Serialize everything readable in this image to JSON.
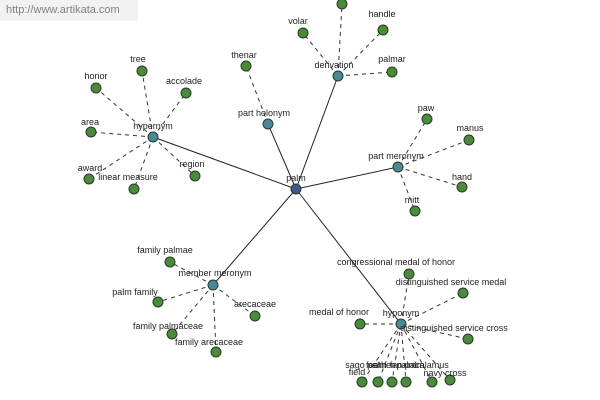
{
  "watermark": "http://www.artikata.com",
  "colors": {
    "center": "#47578a",
    "hub": "#4a8a96",
    "leaf": "#4a8a3a",
    "node_stroke": "#2a3a2a",
    "solid_edge": "#222222",
    "dashed_edge": "#333333"
  },
  "graph": {
    "center": {
      "id": "palm",
      "label": "palm"
    },
    "hubs": [
      {
        "id": "hypernym",
        "label": "hypernym"
      },
      {
        "id": "part-holonym",
        "label": "part holonym"
      },
      {
        "id": "derivation",
        "label": "derivation"
      },
      {
        "id": "part-meronym",
        "label": "part meronym"
      },
      {
        "id": "member-meronym",
        "label": "member meronym"
      },
      {
        "id": "hyponym",
        "label": "hyponym"
      }
    ],
    "leaves": [
      {
        "id": "tree",
        "label": "tree",
        "hub": "hypernym"
      },
      {
        "id": "honor",
        "label": "honor",
        "hub": "hypernym"
      },
      {
        "id": "accolade",
        "label": "accolade",
        "hub": "hypernym"
      },
      {
        "id": "area",
        "label": "area",
        "hub": "hypernym"
      },
      {
        "id": "award",
        "label": "award",
        "hub": "hypernym"
      },
      {
        "id": "linear-measure",
        "label": "linear measure",
        "hub": "hypernym"
      },
      {
        "id": "region",
        "label": "region",
        "hub": "hypernym"
      },
      {
        "id": "thenar",
        "label": "thenar",
        "hub": "part-holonym"
      },
      {
        "id": "volar",
        "label": "volar",
        "hub": "derivation"
      },
      {
        "id": "handle",
        "label": "handle",
        "hub": "derivation"
      },
      {
        "id": "palmar",
        "label": "palmar",
        "hub": "derivation"
      },
      {
        "id": "derivation-top",
        "label": "",
        "hub": "derivation"
      },
      {
        "id": "paw",
        "label": "paw",
        "hub": "part-meronym"
      },
      {
        "id": "manus",
        "label": "manus",
        "hub": "part-meronym"
      },
      {
        "id": "hand",
        "label": "hand",
        "hub": "part-meronym"
      },
      {
        "id": "mitt",
        "label": "mitt",
        "hub": "part-meronym"
      },
      {
        "id": "family-palmae",
        "label": "family palmae",
        "hub": "member-meronym"
      },
      {
        "id": "palm-family",
        "label": "palm family",
        "hub": "member-meronym"
      },
      {
        "id": "arecaceae",
        "label": "arecaceae",
        "hub": "member-meronym"
      },
      {
        "id": "family-palmaceae",
        "label": "family palmaceae",
        "hub": "member-meronym"
      },
      {
        "id": "family-arecaceae",
        "label": "family arecaceae",
        "hub": "member-meronym"
      },
      {
        "id": "congressional-medal-of-honor",
        "label": "congressional medal of honor",
        "hub": "hyponym"
      },
      {
        "id": "distinguished-service-medal",
        "label": "distinguished service medal",
        "hub": "hyponym"
      },
      {
        "id": "medal-of-honor",
        "label": "medal of honor",
        "hub": "hyponym"
      },
      {
        "id": "distinguished-service-cross",
        "label": "distinguished service cross",
        "hub": "hyponym"
      },
      {
        "id": "sago-palm",
        "label": "sago palm",
        "hub": "hyponym"
      },
      {
        "id": "field",
        "label": "field",
        "hub": "hyponym"
      },
      {
        "id": "feather-palm",
        "label": "feather palm",
        "hub": "hyponym"
      },
      {
        "id": "fan-palm",
        "label": "fan palm",
        "hub": "hyponym"
      },
      {
        "id": "calamus",
        "label": "calamus",
        "hub": "hyponym"
      },
      {
        "id": "navy-cross",
        "label": "navy cross",
        "hub": "hyponym"
      }
    ]
  }
}
